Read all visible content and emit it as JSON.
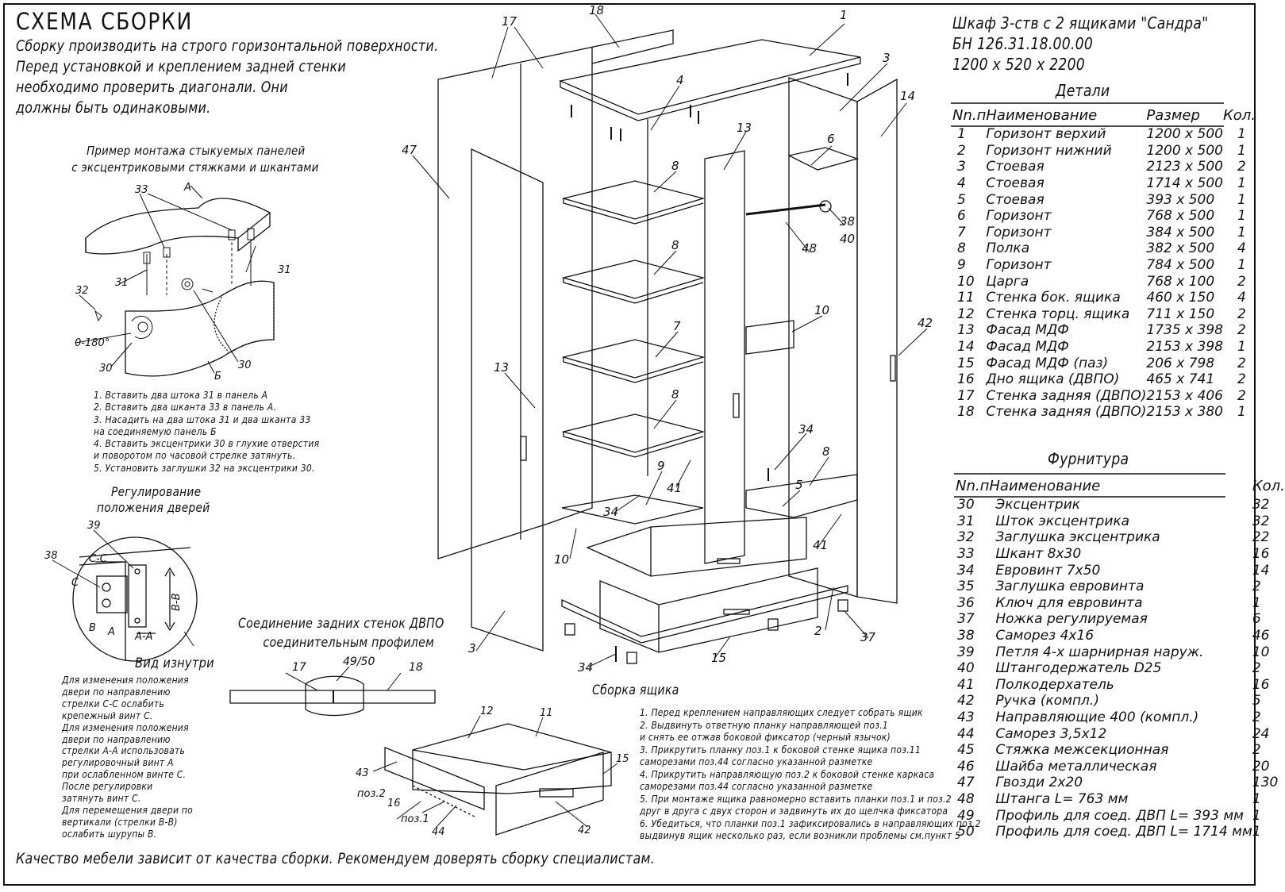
{
  "header": {
    "title": "СХЕМА СБОРКИ",
    "intro": [
      "Сборку производить на строго горизонтальной поверхности.",
      "Перед установкой и креплением задней стенки",
      "необходимо проверить диагонали. Они",
      "должны быть одинаковыми."
    ]
  },
  "product": {
    "name": "Шкаф 3-ств с 2 ящиками \"Сандра\"",
    "code": "БН 126.31.18.00.00",
    "dims": "1200 х 520 х 2200"
  },
  "details": {
    "heading": "Детали",
    "columns": [
      "Nn.п",
      "Наименование",
      "Размер",
      "Кол."
    ],
    "rows": [
      [
        "1",
        "Горизонт верхий",
        "1200 х 500",
        "1"
      ],
      [
        "2",
        "Горизонт нижний",
        "1200 х 500",
        "1"
      ],
      [
        "3",
        "Стоевая",
        "2123 х 500",
        "2"
      ],
      [
        "4",
        "Стоевая",
        "1714 х 500",
        "1"
      ],
      [
        "5",
        "Стоевая",
        "393 х 500",
        "1"
      ],
      [
        "6",
        "Горизонт",
        "768 х 500",
        "1"
      ],
      [
        "7",
        "Горизонт",
        "384 х 500",
        "1"
      ],
      [
        "8",
        "Полка",
        "382 х 500",
        "4"
      ],
      [
        "9",
        "Горизонт",
        "784 х 500",
        "1"
      ],
      [
        "10",
        "Царга",
        "768 х 100",
        "2"
      ],
      [
        "11",
        "Стенка бок. ящика",
        "460 х 150",
        "4"
      ],
      [
        "12",
        "Стенка торц. ящика",
        "711 х 150",
        "2"
      ],
      [
        "13",
        "Фасад МДФ",
        "1735 х 398",
        "2"
      ],
      [
        "14",
        "Фасад МДФ",
        "2153 х 398",
        "1"
      ],
      [
        "15",
        "Фасад МДФ (паз)",
        "206 х 798",
        "2"
      ],
      [
        "16",
        "Дно ящика (ДВПО)",
        "465 х 741",
        "2"
      ],
      [
        "17",
        "Стенка задняя (ДВПО)",
        "2153 х 406",
        "2"
      ],
      [
        "18",
        "Стенка задняя (ДВПО)",
        "2153 х 380",
        "1"
      ]
    ]
  },
  "hardware": {
    "heading": "Фурнитура",
    "columns": [
      "Nn.п",
      "Наименование",
      "Кол."
    ],
    "rows": [
      [
        "30",
        "Эксцентрик",
        "32"
      ],
      [
        "31",
        "Шток эксцентрика",
        "32"
      ],
      [
        "32",
        "Заглушка эксцентрика",
        "22"
      ],
      [
        "33",
        "Шкант 8х30",
        "16"
      ],
      [
        "34",
        "Евровинт 7х50",
        "14"
      ],
      [
        "35",
        "Заглушка евровинта",
        "2"
      ],
      [
        "36",
        "Ключ для евровинта",
        "1"
      ],
      [
        "37",
        "Ножка регулируемая",
        "6"
      ],
      [
        "38",
        "Саморез 4х16",
        "46"
      ],
      [
        "39",
        "Петля 4-х шарнирная наруж.",
        "10"
      ],
      [
        "40",
        "Штангодержатель D25",
        "2"
      ],
      [
        "41",
        "Полкодерхатель",
        "16"
      ],
      [
        "42",
        "Ручка (компл.)",
        "5"
      ],
      [
        "43",
        "Направляющие 400 (компл.)",
        "2"
      ],
      [
        "44",
        "Саморез 3,5х12",
        "24"
      ],
      [
        "45",
        "Стяжка межсекционная",
        "2"
      ],
      [
        "46",
        "Шайба металлическая",
        "20"
      ],
      [
        "47",
        "Гвозди 2х20",
        "130"
      ],
      [
        "48",
        "Штанга L= 763 мм",
        "1"
      ],
      [
        "49",
        "Профиль для соед. ДВП L= 393 мм",
        "1"
      ],
      [
        "50",
        "Профиль для соед. ДВП L= 1714 мм",
        "1"
      ]
    ]
  },
  "panel_example": {
    "heading": [
      "Пример монтажа стыкуемых панелей",
      "с эксцентриковыми стяжками и шкантами"
    ],
    "labels": {
      "a": "А",
      "b": "Б",
      "angle": "0-180°",
      "n30": "30",
      "n31": "31",
      "n32": "32",
      "n33": "33"
    },
    "steps": [
      "1. Вставить два штока 31 в панель А",
      "2. Вставить два шканта 33 в панель А.",
      "3. Насадить на два штока 31 и два шканта 33",
      "    на соединяемую панель Б",
      "4. Вставить эксцентрики 30 в глухие отверстия",
      "    и поворотом по часовой стрелке затянуть.",
      "5. Установить заглушки 32 на эксцентрики 30."
    ]
  },
  "door_adjust": {
    "heading": [
      "Регулирование",
      "положения дверей"
    ],
    "caption": "Вид изнутри",
    "labels": {
      "n38": "38",
      "n39": "39",
      "cc": "С-С",
      "c": "С",
      "b": "В",
      "a": "А",
      "aa": "А-А",
      "bb": "В-В"
    },
    "notes": [
      "Для изменения положения",
      "двери по направлению",
      "стрелки С-С ослабить",
      "крепежный винт С.",
      "Для изменения положения",
      "двери по направлению",
      "стрелки А-А использовать",
      "регулировочный винт А",
      "при ослабленном винте С.",
      "После регулировки",
      "затянуть винт С.",
      "Для перемещения двери по",
      "вертикали (стрелки В-В)",
      "ослабить шурупы В."
    ]
  },
  "back_joint": {
    "heading": [
      "Соединение задних стенок ДВПО",
      "соединительным профилем"
    ],
    "labels": [
      "17",
      "49/50",
      "18"
    ]
  },
  "drawer": {
    "heading": "Сборка ящика",
    "labels": [
      "12",
      "11",
      "15",
      "43",
      "поз.2",
      "16",
      "поз.1",
      "44",
      "42"
    ],
    "steps": [
      "1. Перед креплением направляющих следует собрать ящик",
      "2. Выдвинуть ответную планку направляющей поз.1",
      "    и снять ее отжав боковой фиксатор (черный язычок)",
      "3. Прикрутить планку поз.1 к боковой стенке ящика поз.11",
      "    саморезами поз.44 согласно указанной разметке",
      "4. Прикрутить направляющую поз.2 к боковой стенке каркаса",
      "    саморезами поз.44 согласно указанной разметке",
      "5. При монтаже ящика равномерно вставить планки поз.1 и поз.2",
      "    друг в друга с двух сторон и задвинуть их до щелчка фиксатора",
      "6. Убедиться, что планки поз.1 зафиксировались в направляющих поз.2",
      "    выдвинув ящик несколько раз, если возникли проблемы см.пункт 5"
    ]
  },
  "main_callouts": [
    "1",
    "3",
    "4",
    "6",
    "8",
    "8",
    "7",
    "8",
    "8",
    "9",
    "5",
    "10",
    "10",
    "13",
    "13",
    "14",
    "17",
    "18",
    "47",
    "38",
    "40",
    "48",
    "42",
    "34",
    "34",
    "34",
    "41",
    "41",
    "2",
    "3",
    "37",
    "15"
  ],
  "footer": "Качество мебели зависит от качества сборки. Рекомендуем доверять сборку специалистам."
}
